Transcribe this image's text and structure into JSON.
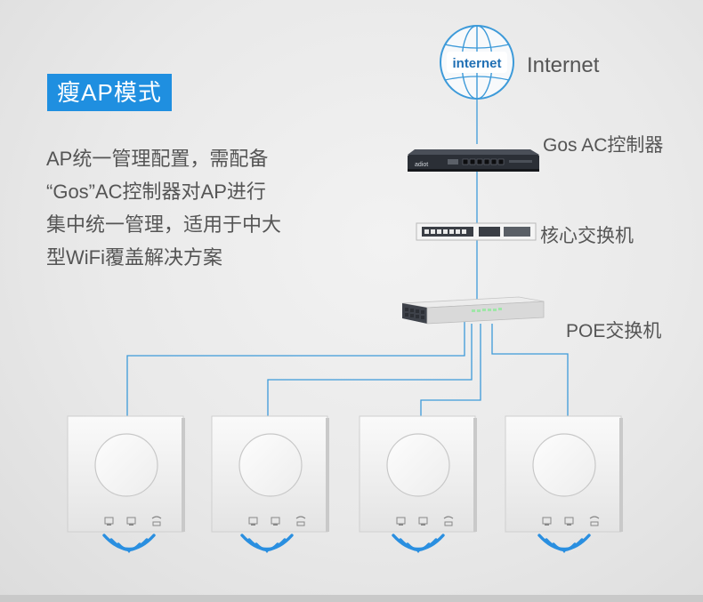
{
  "mode_badge": "瘦AP模式",
  "description_lines": [
    "AP统一管理配置，需配备",
    "“Gos”AC控制器对AP进行",
    "集中统一管理，适用于中大",
    "型WiFi覆盖解决方案"
  ],
  "nodes": {
    "internet": {
      "globe_text": "internet",
      "label": "Internet"
    },
    "ac_controller": {
      "label": "Gos AC控制器",
      "device_text": "adiot"
    },
    "core_switch": {
      "label": "核心交换机"
    },
    "poe_switch": {
      "label": "POE交换机"
    }
  },
  "access_points": {
    "count": 4
  },
  "colors": {
    "accent": "#1f8fe0",
    "link_line": "#3d9ad9",
    "wifi_waves": "#2a8fe0",
    "text": "#555555"
  }
}
